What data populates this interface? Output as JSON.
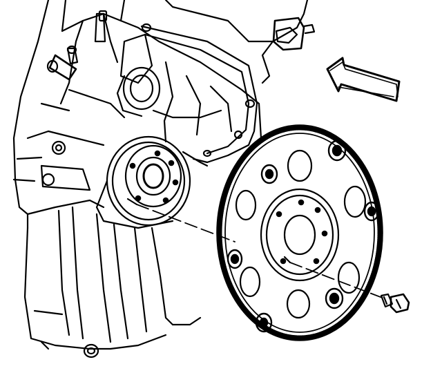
{
  "diagram": {
    "subject": "engine-block-flywheel-installation",
    "colors": {
      "ink": "#000000",
      "paper": "#ffffff"
    },
    "parts": [
      "engine-block",
      "oil-pan",
      "rear-main-seal-housing",
      "crankshaft-flange",
      "flexplate",
      "ring-gear",
      "flexplate-bolt",
      "direction-arrow"
    ],
    "flexplate": {
      "bolt_holes": 6,
      "large_holes": 6,
      "embossed_pads": 6
    },
    "arrow_direction": "left"
  }
}
